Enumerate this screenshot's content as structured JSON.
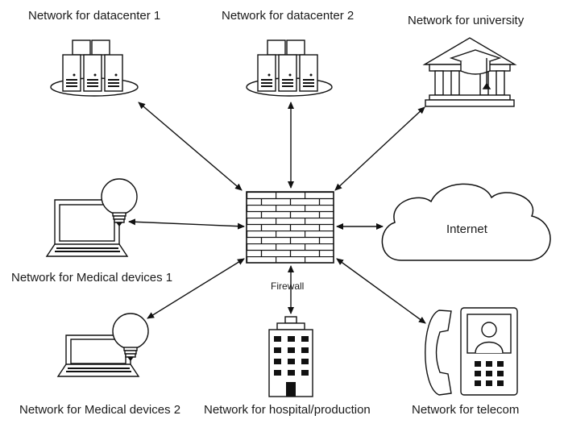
{
  "nodes": {
    "datacenter1": "Network for datacenter 1",
    "datacenter2": "Network for datacenter 2",
    "university": "Network for university",
    "medical1": "Network for Medical devices 1",
    "internet": "Internet",
    "medical2": "Network for Medical devices 2",
    "hospital": "Network for hospital/production",
    "telecom": "Network for telecom",
    "firewall": "Firewall"
  },
  "icons": {
    "datacenter1": "server-rack-icon",
    "datacenter2": "server-rack-icon",
    "university": "university-building-icon",
    "medical1": "laptop-with-lightbulb-icon",
    "internet": "cloud-icon",
    "medical2": "laptop-with-lightbulb-icon",
    "hospital": "office-building-icon",
    "telecom": "video-phone-icon",
    "firewall": "brick-wall-icon"
  }
}
